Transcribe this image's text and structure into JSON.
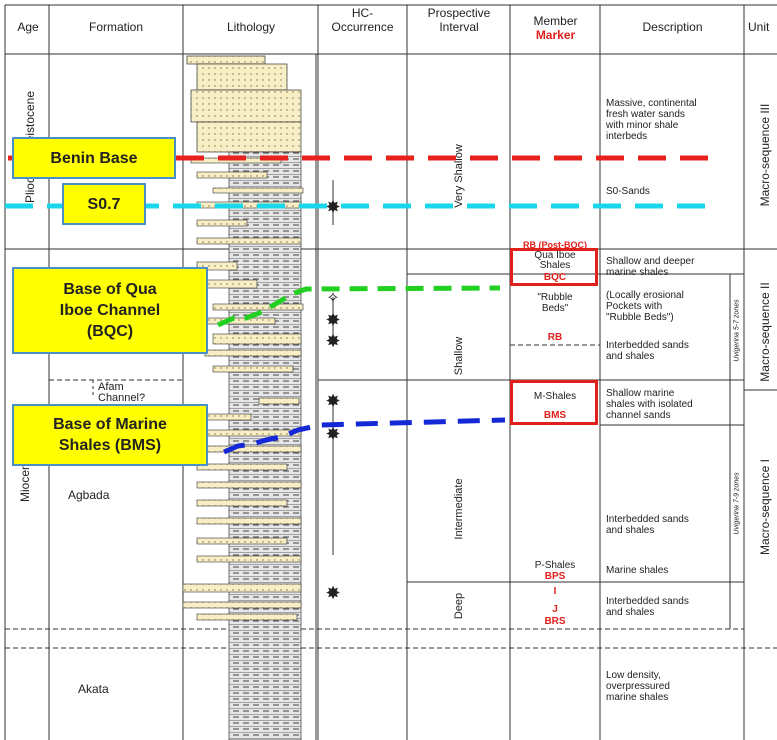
{
  "headers": {
    "age": "Age",
    "formation": "Formation",
    "lithology": "Lithology",
    "hc_occurrence": "HC-\nOccurrence",
    "prospective_interval": "Prospective\nInterval",
    "member": "Member",
    "marker": "Marker",
    "description": "Description",
    "unit": "Unit"
  },
  "age": {
    "plio": "Pliocene-Pleistocene",
    "mio": "Miocene"
  },
  "formations": {
    "afam": "Afam\nChannel?",
    "agbada": "Agbada",
    "akata": "Akata"
  },
  "intervals": {
    "very_shallow": "Very Shallow",
    "shallow": "Shallow",
    "intermediate": "Intermediate",
    "deep": "Deep"
  },
  "members": {
    "rb_post_bqc": "RB (Post-BQC)",
    "qua_iboe": "Qua Iboe\nShales",
    "bqc": "BQC",
    "rubble": "\"Rubble\nBeds\"",
    "rb": "RB",
    "m_shales": "M-Shales",
    "bms": "BMS",
    "p_shales": "P-Shales",
    "bps": "BPS",
    "i": "I",
    "j": "J",
    "brs": "BRS"
  },
  "descriptions": {
    "d1": "Massive, continental\nfresh water sands\nwith minor shale\ninterbeds",
    "d2": "S0-Sands",
    "d3": "Shallow and deeper\nmarine shales",
    "d4": "(Locally erosional\nPockets with\n\"Rubble Beds\")",
    "d5": "Interbedded sands\nand shales",
    "d6": "Shallow marine\nshales with isolated\nchannel sands",
    "d7": "Interbedded sands\nand shales",
    "d8": "Marine shales",
    "d9": "Interbedded sands\nand shales",
    "d10": "Low density,\noverpressured\nmarine shales"
  },
  "zones": {
    "z57": "Uvigerina 5-7 zones",
    "z79": "Uvigerina 7-9 zones"
  },
  "units": {
    "ms3": "Macro-sequence III",
    "ms2": "Macro-sequence II",
    "ms1": "Macro-sequence I"
  },
  "callouts": {
    "benin": "Benin Base",
    "s07": "S0.7",
    "bqc": "Base  of Qua\nIboe Channel\n(BQC)",
    "bms": "Base of Marine\nShales (BMS)"
  },
  "colors": {
    "benin_line": "#e8211d",
    "s07_line": "#19d7ea",
    "bqc_line": "#22d022",
    "bms_line": "#1428d6",
    "callout_fill": "#ffff00",
    "callout_border": "#4a90c8",
    "sand": "#f7eec6",
    "marker_red": "#e0201c"
  },
  "hc_symbols": {
    "oil_gas": "sun-star",
    "gas_show": "open-star"
  }
}
